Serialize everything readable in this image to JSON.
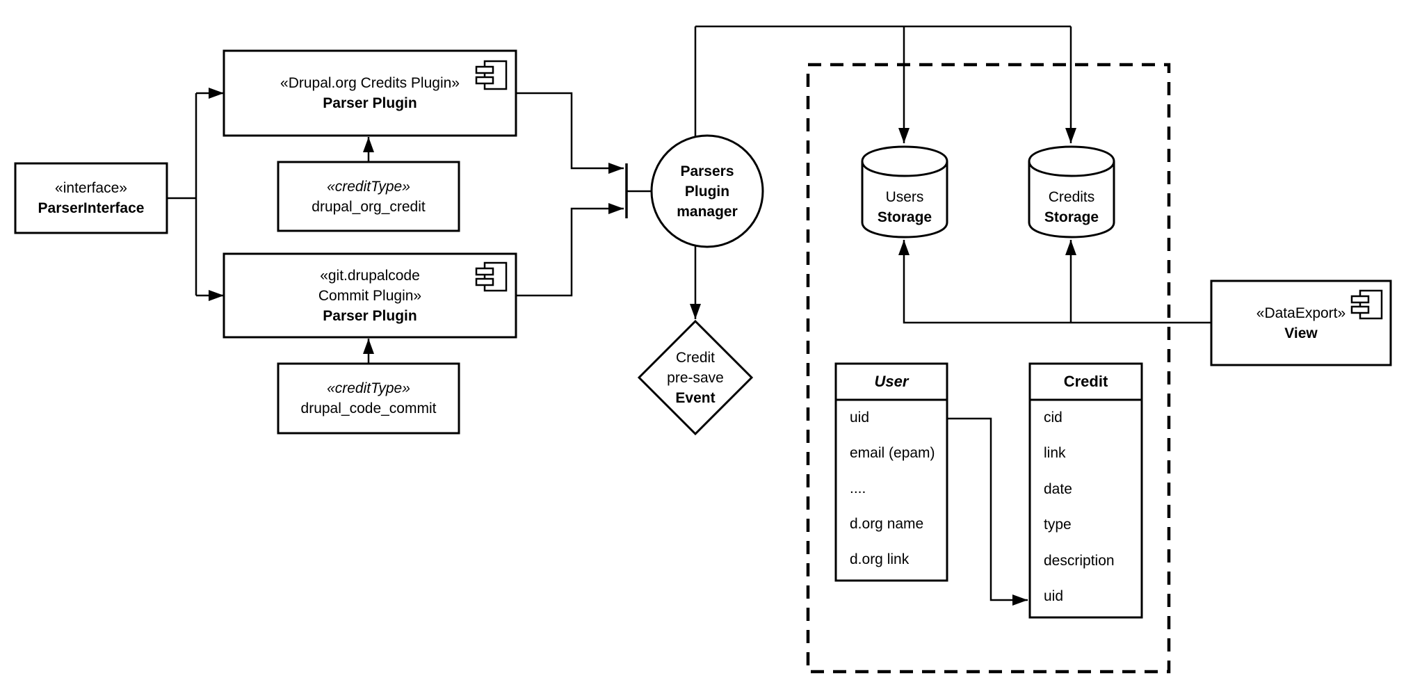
{
  "diagram": {
    "colors": {
      "stroke": "#000000",
      "fill": "#ffffff"
    },
    "parser_interface": {
      "stereotype": "«interface»",
      "name": "ParserInterface"
    },
    "plugin_top": {
      "stereotype": "«Drupal.org Credits Plugin»",
      "name": "Parser Plugin"
    },
    "credit_type_top": {
      "stereotype": "«creditType»",
      "name": "drupal_org_credit"
    },
    "plugin_bottom": {
      "stereotype_line1": "«git.drupalcode",
      "stereotype_line2": "Commit Plugin»",
      "name": "Parser Plugin"
    },
    "credit_type_bottom": {
      "stereotype": "«creditType»",
      "name": "drupal_code_commit"
    },
    "manager": {
      "line1": "Parsers",
      "line2": "Plugin",
      "line3": "manager"
    },
    "event": {
      "line1": "Credit",
      "line2": "pre-save",
      "line3": "Event"
    },
    "users_storage": {
      "line1": "Users",
      "line2": "Storage"
    },
    "credits_storage": {
      "line1": "Credits",
      "line2": "Storage"
    },
    "user_table": {
      "title": "User",
      "rows": [
        "uid",
        "email (epam)",
        "....",
        "d.org name",
        "d.org link"
      ]
    },
    "credit_table": {
      "title": "Credit",
      "rows": [
        "cid",
        "link",
        "date",
        "type",
        "description",
        "uid"
      ]
    },
    "data_export": {
      "stereotype": "«DataExport»",
      "name": "View"
    }
  }
}
